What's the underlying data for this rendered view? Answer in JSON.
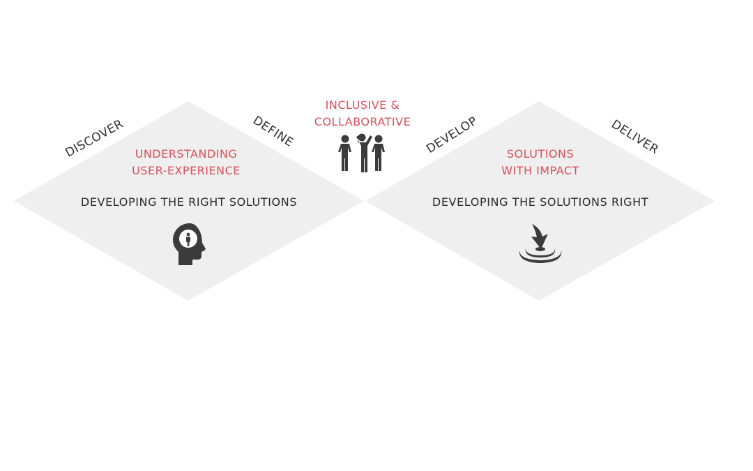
{
  "phases": {
    "discover": "DISCOVER",
    "define": "DEFINE",
    "develop": "DEVELOP",
    "deliver": "DELIVER"
  },
  "center": {
    "line1": "INCLUSIVE &",
    "line2": "COLLABORATIVE",
    "icon": "people-group-icon"
  },
  "left_diamond": {
    "accent_line1": "UNDERSTANDING",
    "accent_line2": "USER-EXPERIENCE",
    "main": "DEVELOPING THE RIGHT SOLUTIONS",
    "icon": "head-person-icon"
  },
  "right_diamond": {
    "accent_line1": "SOLUTIONS",
    "accent_line2": "WITH IMPACT",
    "main": "DEVELOPING THE SOLUTIONS RIGHT",
    "icon": "arrow-target-icon"
  },
  "colors": {
    "accent": "#d9505c",
    "diamond": "#efefef",
    "text": "#2b2b2b",
    "icon": "#3b3b3b"
  }
}
